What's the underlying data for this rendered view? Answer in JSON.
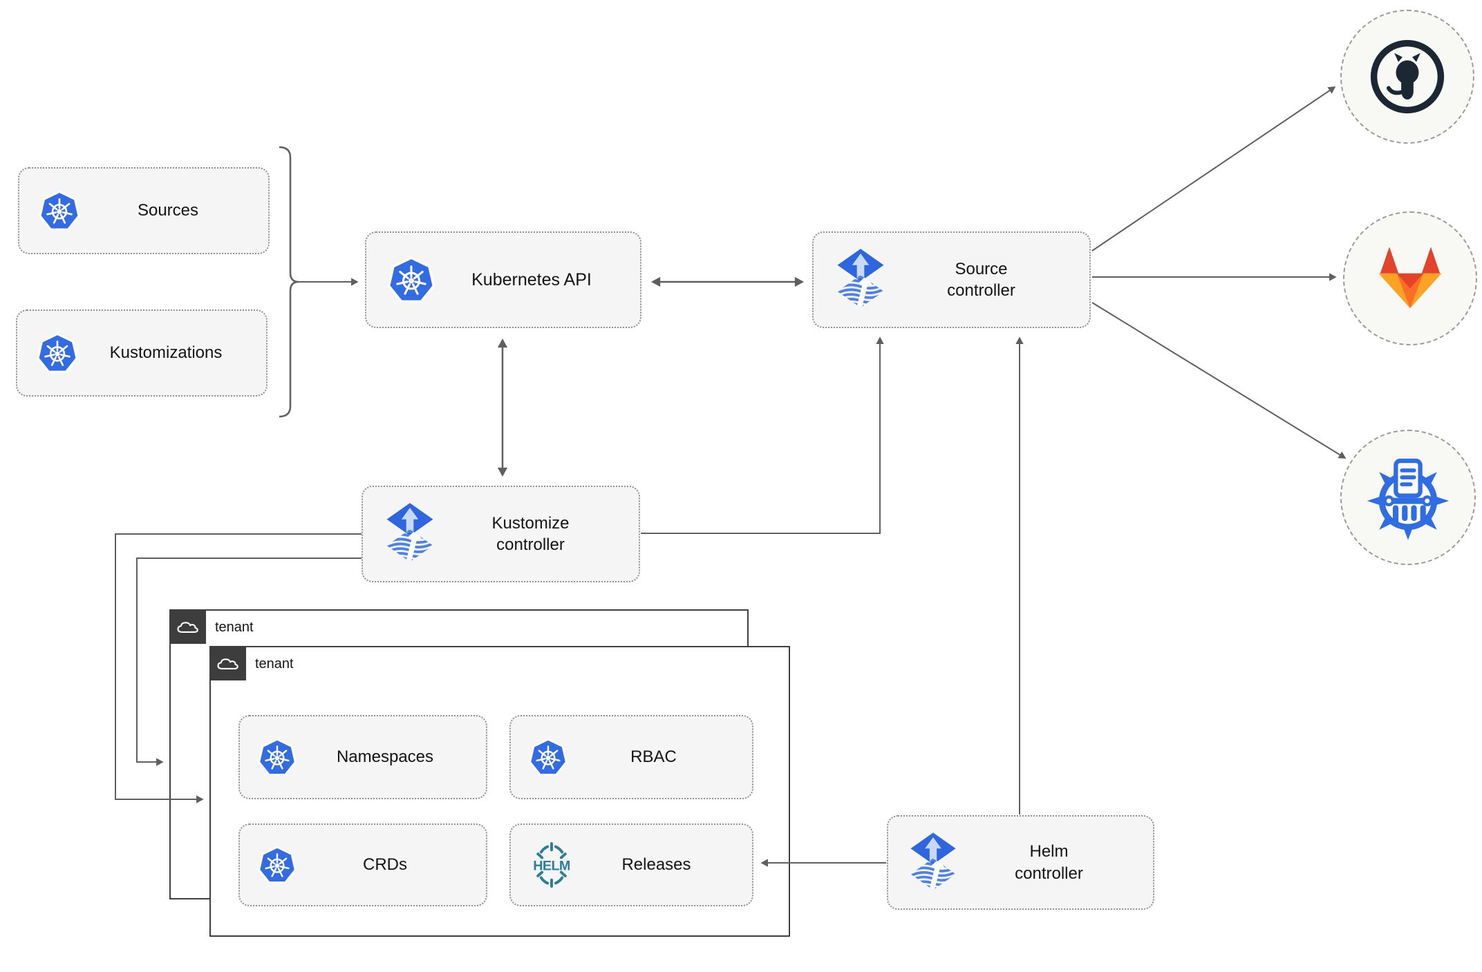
{
  "diagram": {
    "nodes": {
      "sources": {
        "label": "Sources",
        "icon": "kubernetes"
      },
      "kustomizations": {
        "label": "Kustomizations",
        "icon": "kubernetes"
      },
      "kubernetes_api": {
        "label": "Kubernetes API",
        "icon": "kubernetes"
      },
      "source_controller": {
        "label": "Source\ncontroller",
        "icon": "flux"
      },
      "kustomize_controller": {
        "label": "Kustomize\ncontroller",
        "icon": "flux"
      },
      "helm_controller": {
        "label": "Helm\ncontroller",
        "icon": "flux"
      },
      "namespaces": {
        "label": "Namespaces",
        "icon": "kubernetes"
      },
      "rbac": {
        "label": "RBAC",
        "icon": "kubernetes"
      },
      "crds": {
        "label": "CRDs",
        "icon": "kubernetes"
      },
      "releases": {
        "label": "Releases",
        "icon": "helm"
      }
    },
    "groups": {
      "tenant_back": {
        "label": "tenant"
      },
      "tenant_front": {
        "label": "tenant"
      }
    },
    "endpoints": {
      "github": {
        "icon": "github"
      },
      "gitlab": {
        "icon": "gitlab"
      },
      "config_repository": {
        "icon": "kubernetes-config"
      }
    },
    "colors": {
      "kubernetes_blue": "#326ce5",
      "flux_blue": "#2e66e0",
      "helm_teal": "#2b7d9e",
      "github_dark": "#1b2732",
      "gitlab_red": "#e24329",
      "gitlab_orange": "#fc6d26",
      "gitlab_light_orange": "#fca326",
      "config_blue": "#2f6de3",
      "connector_gray": "#5f5f5f",
      "node_fill": "#f5f5f5",
      "tenant_dark": "#3d3d3d"
    }
  },
  "icons": {
    "helm_text": "HELM"
  }
}
